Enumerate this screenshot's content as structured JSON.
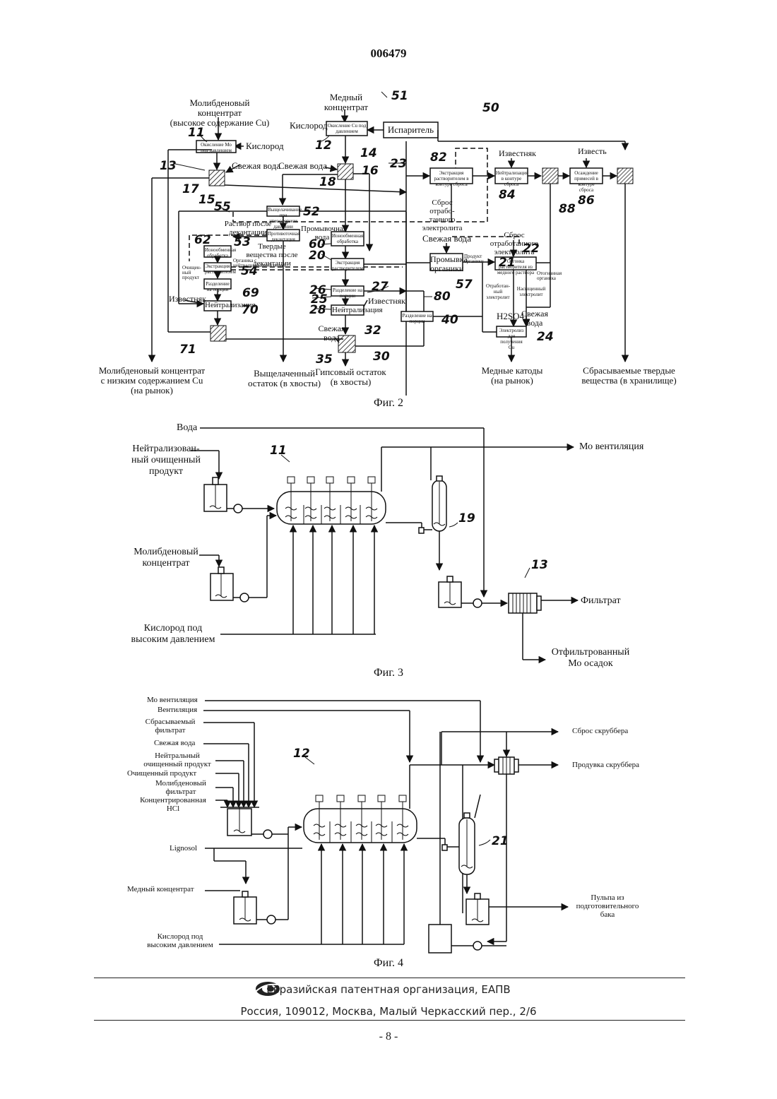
{
  "page_number": "006479",
  "fig2": {
    "caption": "Фиг. 2",
    "ref_50": "50",
    "ref_51": "51",
    "in_mo": "Молибденовый концентрат\n(высокое содержание Cu)",
    "in_cu": "Медный\nконцентрат",
    "oxygen_a": "Кислород",
    "oxygen_b": "Кислород",
    "evaporator": "Испаритель",
    "box_ox_mo": "Окисление Мо под давлением",
    "box_ox_cu": "Окисление Cu под давлением",
    "fresh_water_1": "Свежая вода",
    "fresh_water_2": "Свежая вода",
    "fresh_water_3": "Свежая вода",
    "fresh_water_4": "Свежая\nвода",
    "fresh_water_5": "Свежая\nвода",
    "limestone_1": "Известняк",
    "limestone_2": "Известняк",
    "limestone_3": "Известняк",
    "lime": "Известь",
    "box_82": "Экстракция растворителем в контуре сброса",
    "box_84": "Нейтрализация в контуре сброса",
    "box_86": "Осаждение примесей в контуре сброса",
    "spent_bleed": "Сброс отрабо-\nтанного\nэлектролита",
    "spent_bleed_2": "Сброс отработанного\nэлектролита",
    "decant_solution": "Раствор после\nдекантации",
    "solids_decant": "Твердые\nвещества после\nдекантации",
    "wash_water": "Промывочная\nвода",
    "box_52": "Выщелачивание при атмосферном давлении",
    "box_53": "Противоточная декантация",
    "box_62": "Ионообменная обработка",
    "box_54": "Экстракция растворителем",
    "box_60": "Ионообменная обработка",
    "box_20": "Экстракция растворителем",
    "box_57": "Промывка органики",
    "box_22": "Отгонка растворителя из медного раствора",
    "cleaned_product": "Очищен-\nный\nпродукт",
    "organic_to": "Органика с\nнейтрализованной водой",
    "box_69": "Разделение на порции",
    "box_70": "Нейтрализация",
    "box_26": "Разделение на порции",
    "box_28": "Нейтрализация",
    "box_40": "Разделение на порции",
    "organic_product": "Продукт\nорганики",
    "stripped_organic": "Отогнанная\nорганика",
    "spent_electrolyte": "Отработан-\nный\nэлектролит",
    "saturated_electrolyte": "Насыщенный\nэлектролит",
    "h2so4": "H2SO4",
    "box_24": "Электролиз для получения Cu",
    "out_mo": "Молибденовый концентрат\nс низким содержанием Cu\n(на рынок)",
    "out_leach": "Выщелаченный\nостаток (в хвосты)",
    "out_gypsum": "Гипсовый остаток\n(в хвосты)",
    "out_cathode": "Медные катоды\n(на рынок)",
    "out_solids": "Сбрасываемые твердые\nвещества (в хранилище)",
    "numbers": [
      "11",
      "12",
      "13",
      "14",
      "15",
      "16",
      "17",
      "18",
      "20",
      "21",
      "22",
      "23",
      "24",
      "25",
      "26",
      "27",
      "28",
      "30",
      "32",
      "35",
      "40",
      "52",
      "53",
      "54",
      "55",
      "57",
      "60",
      "62",
      "69",
      "70",
      "71",
      "80",
      "82",
      "84",
      "86",
      "88"
    ]
  },
  "fig3": {
    "caption": "Фиг. 3",
    "water": "Вода",
    "neutral_product": "Нейтрализован-\nный очищенный\nпродукт",
    "mo_concentrate": "Молибденовый\nконцентрат",
    "oxygen_hp": "Кислород под\nвысоким давлением",
    "mo_vent": "Мо вентиляция",
    "filtrate": "Фильтрат",
    "filtered_residue": "Отфильтрованный\nМо осадок",
    "ref_11": "11",
    "ref_19": "19",
    "ref_13": "13"
  },
  "fig4": {
    "caption": "Фиг. 4",
    "mo_vent": "Мо вентиляция",
    "vent": "Вентиляция",
    "waste_filtrate": "Сбрасываемый\nфильтрат",
    "fresh_water": "Свежая вода",
    "neutral_product": "Нейтральный\nочищенный продукт",
    "cleaned_product": "Очищенный продукт",
    "mo_filtrate": "Молибденовый\nфильтрат",
    "conc_hcl": "Концентрированная\nHCl",
    "lignosol": "Lignosol",
    "cu_concentrate": "Медный концентрат",
    "oxygen_hp": "Кислород под\nвысоким давлением",
    "scrubber_discharge": "Сброс скруббера",
    "scrubber_purge": "Продувка скруббера",
    "pulp": "Пульпа из\nподготовительного\nбака",
    "ref_12": "12",
    "ref_21": "21"
  },
  "footer": {
    "org": "Евразийская патентная организация, ЕАПВ",
    "address": "Россия, 109012, Москва, Малый Черкасский пер., 2/6",
    "page": "- 8 -"
  }
}
